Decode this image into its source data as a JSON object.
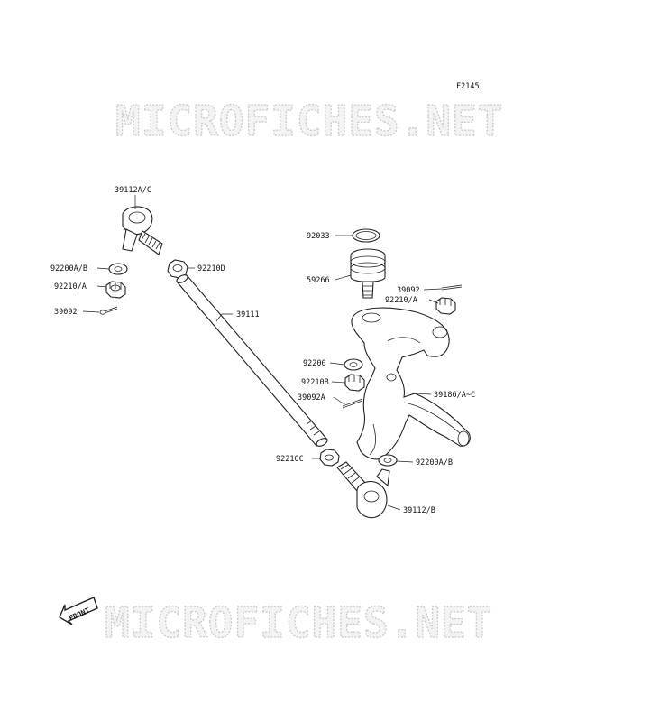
{
  "figure_code": "F2145",
  "watermark": {
    "top": "MICROFICHES.NET",
    "bottom": "MICROFICHES.NET"
  },
  "front_badge": "FRONT",
  "parts": {
    "p39112_ac": "39112A/C",
    "p92200_ab_left": "92200A/B",
    "p92210_a_left": "92210/A",
    "p39092_left": "39092",
    "p92210d": "92210D",
    "p39111": "39111",
    "p92033": "92033",
    "p59266": "59266",
    "p39092_right": "39092",
    "p92210_a_right": "92210/A",
    "p92200": "92200",
    "p92210b": "92210B",
    "p39092a": "39092A",
    "p39186": "39186/A~C",
    "p92210c": "92210C",
    "p92200_ab_right": "92200A/B",
    "p39112_b": "39112/B"
  }
}
